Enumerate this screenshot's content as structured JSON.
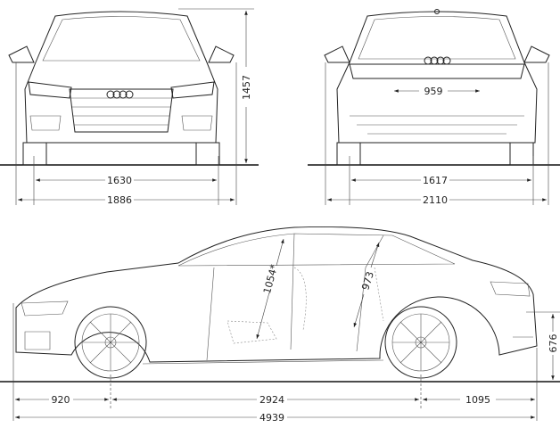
{
  "title": "Sedan dimensions drawing",
  "units": "mm",
  "front_view": {
    "height": "1457",
    "front_track": "1630",
    "width": "1886"
  },
  "rear_view": {
    "rear_window_width": "959",
    "rear_track": "1617",
    "width_with_mirrors": "2110"
  },
  "side_view": {
    "front_overhang": "920",
    "wheelbase": "2924",
    "rear_overhang": "1095",
    "length": "4939",
    "front_headroom": "1054*",
    "rear_headroom": "973",
    "trunk_sill_height": "676"
  },
  "colors": {
    "line": "#222222",
    "background": "#ffffff"
  }
}
